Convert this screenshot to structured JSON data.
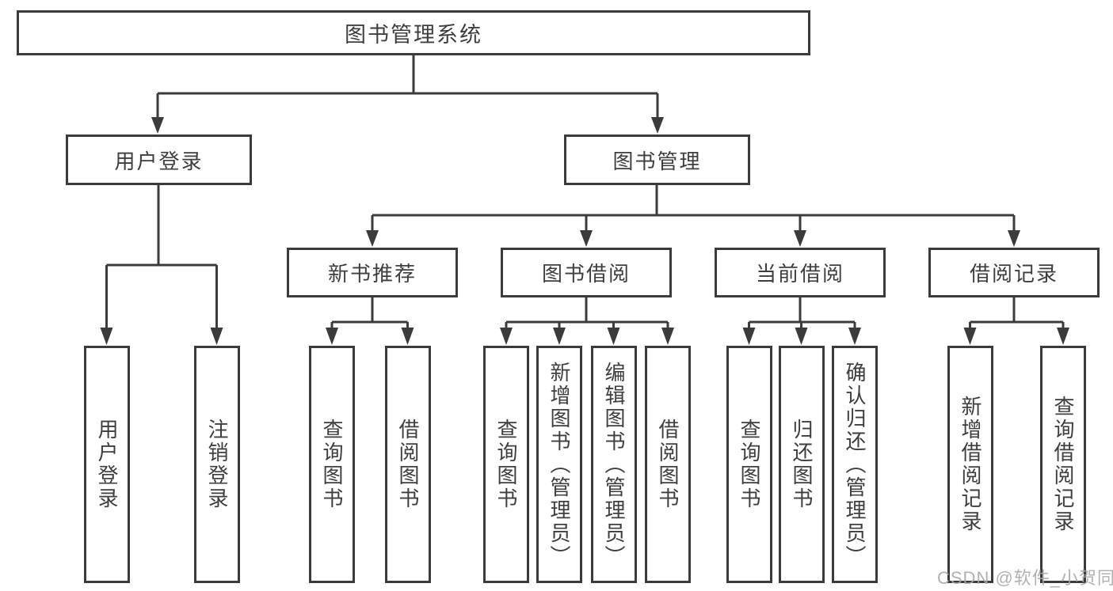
{
  "colors": {
    "line": "#3b3b3b",
    "text": "#3e3e3e",
    "watermark": "#a8a8a8",
    "background": "#ffffff"
  },
  "diagram": {
    "root": "图书管理系统",
    "level2": [
      "用户登录",
      "图书管理"
    ],
    "level3": [
      "新书推荐",
      "图书借阅",
      "当前借阅",
      "借阅记录"
    ],
    "leaves": [
      "用户登录",
      "注销登录",
      "查询图书",
      "借阅图书",
      "查询图书",
      "新增图书（管理员）",
      "编辑图书（管理员）",
      "借阅图书",
      "查询图书",
      "归还图书",
      "确认归还（管理员）",
      "新增借阅记录",
      "查询借阅记录"
    ]
  },
  "watermark": "CSDN @软件_小贺同学"
}
